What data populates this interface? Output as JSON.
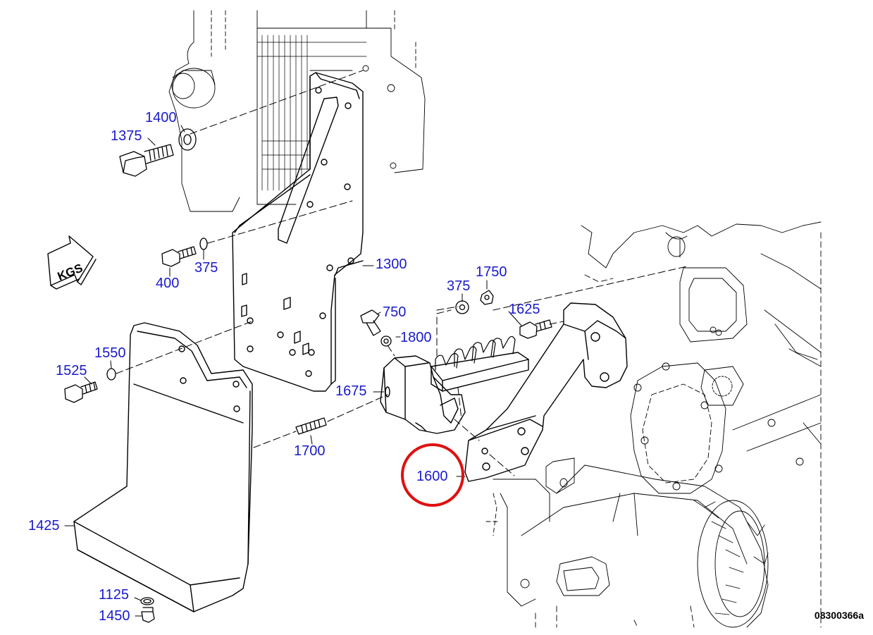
{
  "colors": {
    "callout": "#1a1acc",
    "highlight": "#e01010",
    "line": "#000000"
  },
  "direction_label": "KGS",
  "document_id": "08300366a",
  "highlighted_callout": "1600",
  "callouts": {
    "c1400": "1400",
    "c1375": "1375",
    "c1300": "1300",
    "c400": "400",
    "c375a": "375",
    "c375b": "375",
    "c1750": "1750",
    "c750": "750",
    "c1625": "1625",
    "c1800": "1800",
    "c1550": "1550",
    "c1525": "1525",
    "c1675": "1675",
    "c1700": "1700",
    "c1600": "1600",
    "c1425": "1425",
    "c1125": "1125",
    "c1450": "1450"
  }
}
